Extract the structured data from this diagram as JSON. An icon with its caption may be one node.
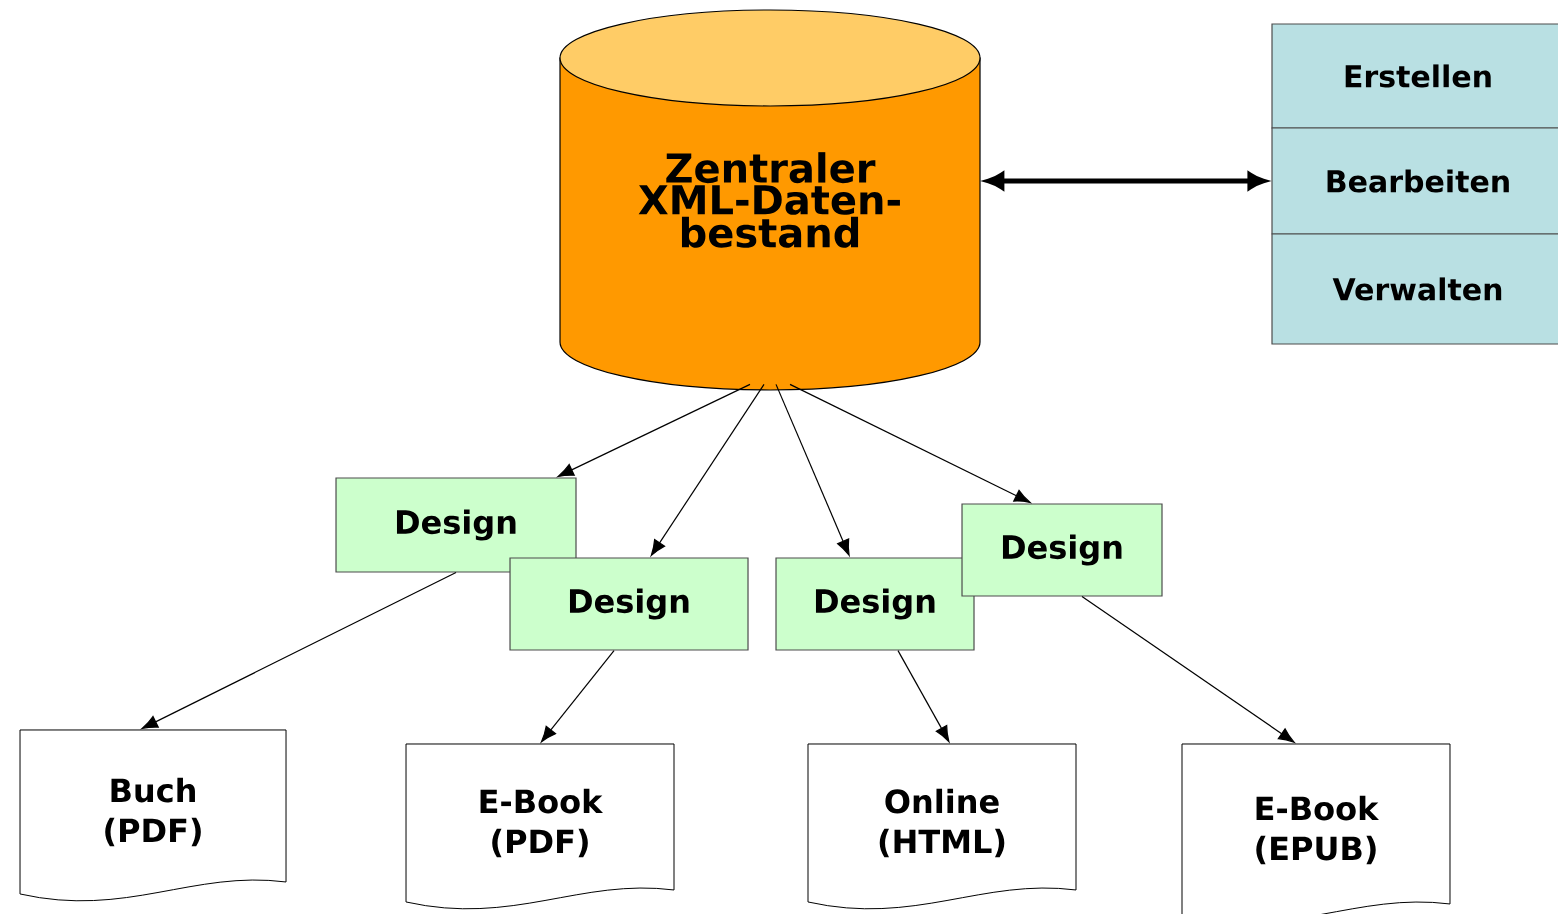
{
  "diagram": {
    "nodes": [
      {
        "text": [
          "Zentraler XML-Daten- bestand"
        ]
      },
      {
        "text": [
          "Erstellen"
        ]
      },
      {
        "text": [
          "Bearbeiten"
        ]
      },
      {
        "text": [
          "Verwalten"
        ]
      },
      {
        "text": [
          "Design"
        ]
      },
      {
        "text": [
          "Design"
        ]
      },
      {
        "text": [
          "Design"
        ]
      },
      {
        "text": [
          "Design"
        ]
      },
      {
        "text": [
          "Buch (PDF)"
        ]
      },
      {
        "text": [
          "E-Book (PDF)"
        ]
      },
      {
        "text": [
          "Online (HTML)"
        ]
      },
      {
        "text": [
          "E-Book (EPUB)"
        ]
      }
    ],
    "edges": [
      {
        "from": 0,
        "to": 2,
        "arrow": "both",
        "style": "thick"
      },
      {
        "from": 0,
        "to": 4,
        "arrow": "to"
      },
      {
        "from": 0,
        "to": 5,
        "arrow": "to"
      },
      {
        "from": 0,
        "to": 6,
        "arrow": "to"
      },
      {
        "from": 0,
        "to": 7,
        "arrow": "to"
      },
      {
        "from": 4,
        "to": 8,
        "arrow": "to"
      },
      {
        "from": 5,
        "to": 9,
        "arrow": "to"
      },
      {
        "from": 6,
        "to": 10,
        "arrow": "to"
      },
      {
        "from": 7,
        "to": 11,
        "arrow": "to"
      }
    ]
  }
}
